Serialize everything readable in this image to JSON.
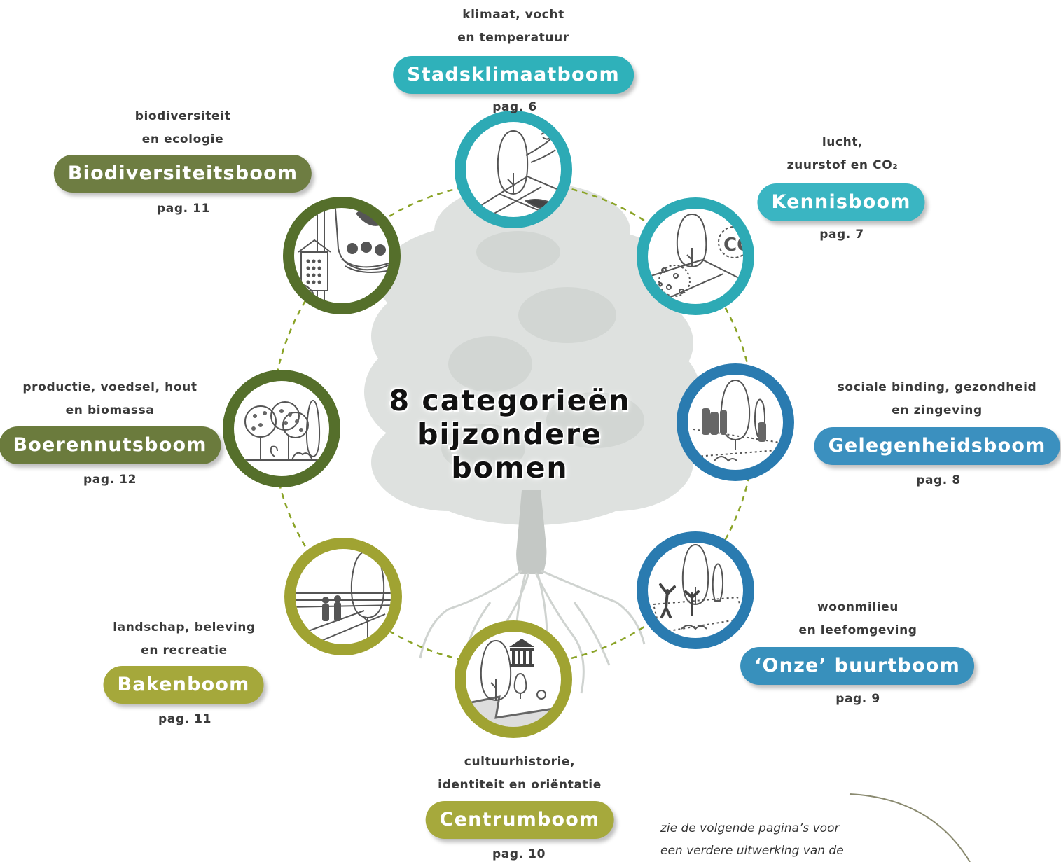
{
  "center_title": {
    "line1": "8 categorieën",
    "line2": "bijzondere",
    "line3": "bomen"
  },
  "categories": [
    {
      "name": "Stadsklimaatboom",
      "line1": "klimaat, vocht",
      "line2": "en temperatuur",
      "page": "pag. 6",
      "color": "#2fb1ba",
      "icon": "tree-wind-leaf-icon"
    },
    {
      "name": "Kennisboom",
      "line1": "lucht,",
      "line2": "zuurstof en CO₂",
      "page": "pag. 7",
      "color": "#3ab5c2",
      "icon": "tree-co2-icon"
    },
    {
      "name": "Gelegenheidsboom",
      "line1": "sociale binding, gezondheid",
      "line2": "en zingeving",
      "page": "pag. 8",
      "color": "#3b90bf",
      "icon": "tree-people-gathering-icon"
    },
    {
      "name": "‘Onze’ buurtboom",
      "line1": "woonmilieu",
      "line2": "en leefomgeving",
      "page": "pag. 9",
      "color": "#3890bc",
      "icon": "tree-children-playing-icon"
    },
    {
      "name": "Centrumboom",
      "line1": "cultuurhistorie,",
      "line2": "identiteit en oriëntatie",
      "page": "pag. 10",
      "color": "#a6a93c",
      "icon": "tree-monument-icon"
    },
    {
      "name": "Bakenboom",
      "line1": "landschap, beleving",
      "line2": "en recreatie",
      "page": "pag. 11",
      "color": "#a5a83b",
      "icon": "tree-walkers-landscape-icon"
    },
    {
      "name": "Boerennutsboom",
      "line1": "productie, voedsel, hout",
      "line2": "en biomassa",
      "page": "pag. 12",
      "color": "#6b7b3d",
      "icon": "fruit-trees-icon"
    },
    {
      "name": "Biodiversiteitsboom",
      "line1": "biodiversiteit",
      "line2": "en ecologie",
      "page": "pag. 11",
      "color": "#6e7d42",
      "icon": "bird-nest-insect-hotel-icon"
    }
  ],
  "footnote": {
    "line1": "zie de volgende pagina’s voor",
    "line2": "een verdere uitwerking van de"
  },
  "colors": {
    "circle_dashes": "#8aa326",
    "ring_teal": "#2daab5",
    "ring_blue": "#2a7bb0",
    "ring_olive": "#a0a332",
    "ring_green": "#556f2b",
    "tree_grey": "#c8ccc9"
  }
}
